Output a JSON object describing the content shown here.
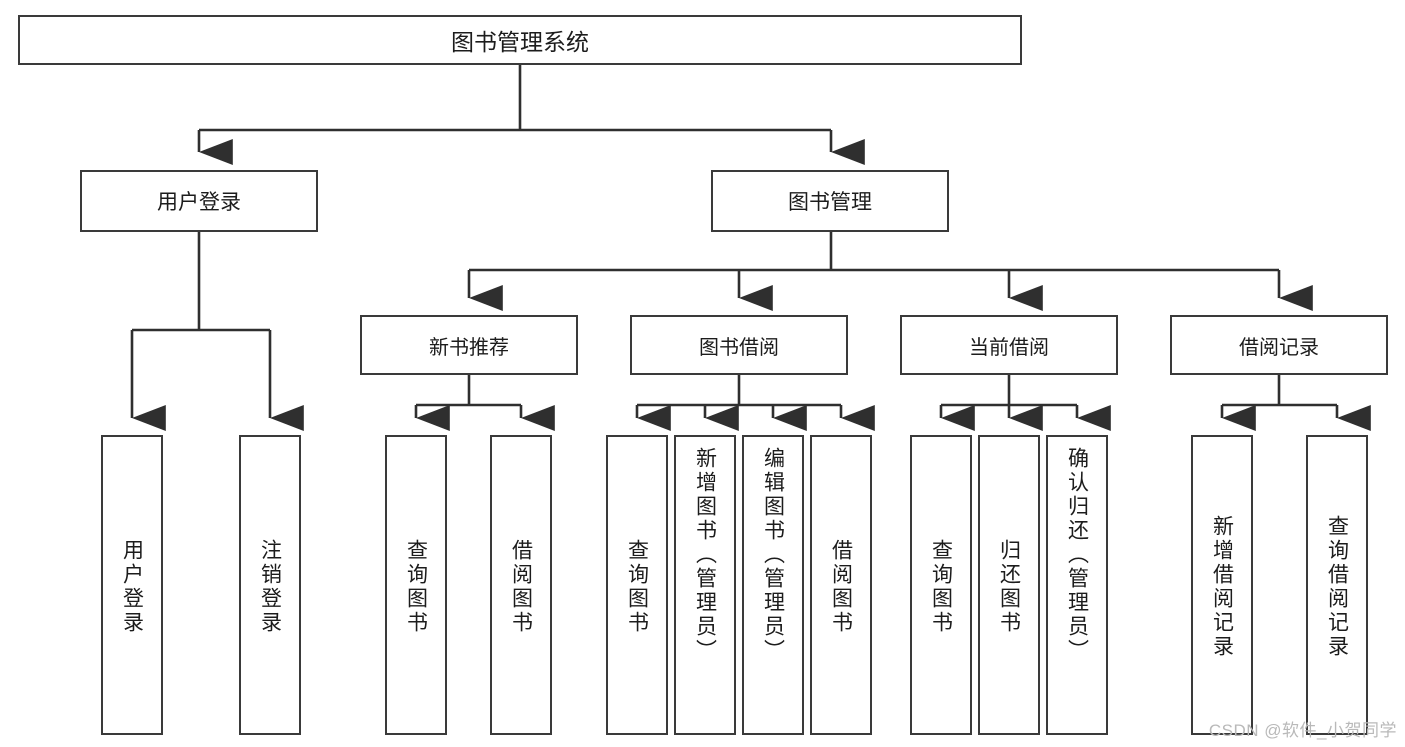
{
  "diagram": {
    "title": "图书管理系统",
    "type": "tree-hierarchy-chart",
    "background_color": "#ffffff",
    "line_color": "#3a3a3a",
    "text_color": "#1c1c1c",
    "root": {
      "id": "root",
      "label": "图书管理系统"
    },
    "level2": [
      {
        "id": "user-login",
        "label": "用户登录"
      },
      {
        "id": "book-management",
        "label": "图书管理"
      }
    ],
    "level3": [
      {
        "id": "new-book-recommend",
        "label": "新书推荐",
        "parent": "book-management"
      },
      {
        "id": "book-borrow",
        "label": "图书借阅",
        "parent": "book-management"
      },
      {
        "id": "current-borrow",
        "label": "当前借阅",
        "parent": "book-management"
      },
      {
        "id": "borrow-record",
        "label": "借阅记录",
        "parent": "book-management"
      }
    ],
    "leaves": {
      "user-login": [
        {
          "id": "leaf-user-login",
          "label": "用户登录"
        },
        {
          "id": "leaf-user-logout",
          "label": "注销登录"
        }
      ],
      "new-book-recommend": [
        {
          "id": "leaf-query-book-1",
          "label": "查询图书"
        },
        {
          "id": "leaf-borrow-book-1",
          "label": "借阅图书"
        }
      ],
      "book-borrow": [
        {
          "id": "leaf-query-book-2",
          "label": "查询图书"
        },
        {
          "id": "leaf-add-book",
          "label": "新增图书（管理员）"
        },
        {
          "id": "leaf-edit-book",
          "label": "编辑图书（管理员）"
        },
        {
          "id": "leaf-borrow-book-2",
          "label": "借阅图书"
        }
      ],
      "current-borrow": [
        {
          "id": "leaf-query-book-3",
          "label": "查询图书"
        },
        {
          "id": "leaf-return-book",
          "label": "归还图书"
        },
        {
          "id": "leaf-confirm-return",
          "label": "确认归还（管理员）"
        }
      ],
      "borrow-record": [
        {
          "id": "leaf-add-record",
          "label": "新增借阅记录"
        },
        {
          "id": "leaf-query-record",
          "label": "查询借阅记录"
        }
      ]
    }
  },
  "watermark": {
    "text": "CSDN @软件_小贺同学"
  }
}
